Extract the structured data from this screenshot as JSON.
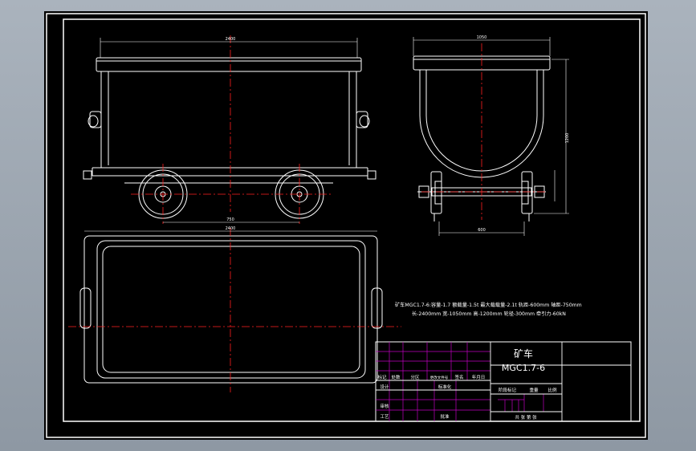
{
  "drawing": {
    "title_cn": "矿车",
    "model": "MGC1.7-6",
    "spec_line1": "矿车MGC1.7-6:容量-1.7  额载量-1.5t  最大载载量-2.1t  轨距-600mm  轴距-750mm",
    "spec_line2": "长-2400mm  宽-1050mm  高-1200mm  轮径-300mm  牵引力-60kN"
  },
  "dimensions": {
    "side_length": "2400",
    "wheelbase": "750",
    "plan_length": "2400",
    "end_width": "1050",
    "end_height": "1200",
    "track_gauge": "600"
  },
  "title_block": {
    "col_mark": "标记",
    "col_count": "处数",
    "col_zone": "分区",
    "col_docno": "更改文件号",
    "col_sign": "签名",
    "col_date": "年月日",
    "design": "设计",
    "standardize": "标准化",
    "review": "审核",
    "process": "工艺",
    "approve": "批准",
    "stage_mark": "阶段标记",
    "weight": "重量",
    "scale": "比例",
    "sheets": "共  张  第  张"
  },
  "colors": {
    "line": "#ffffff",
    "center": "#ff2020",
    "dim": "#ff4040",
    "table": "#c000c0"
  }
}
